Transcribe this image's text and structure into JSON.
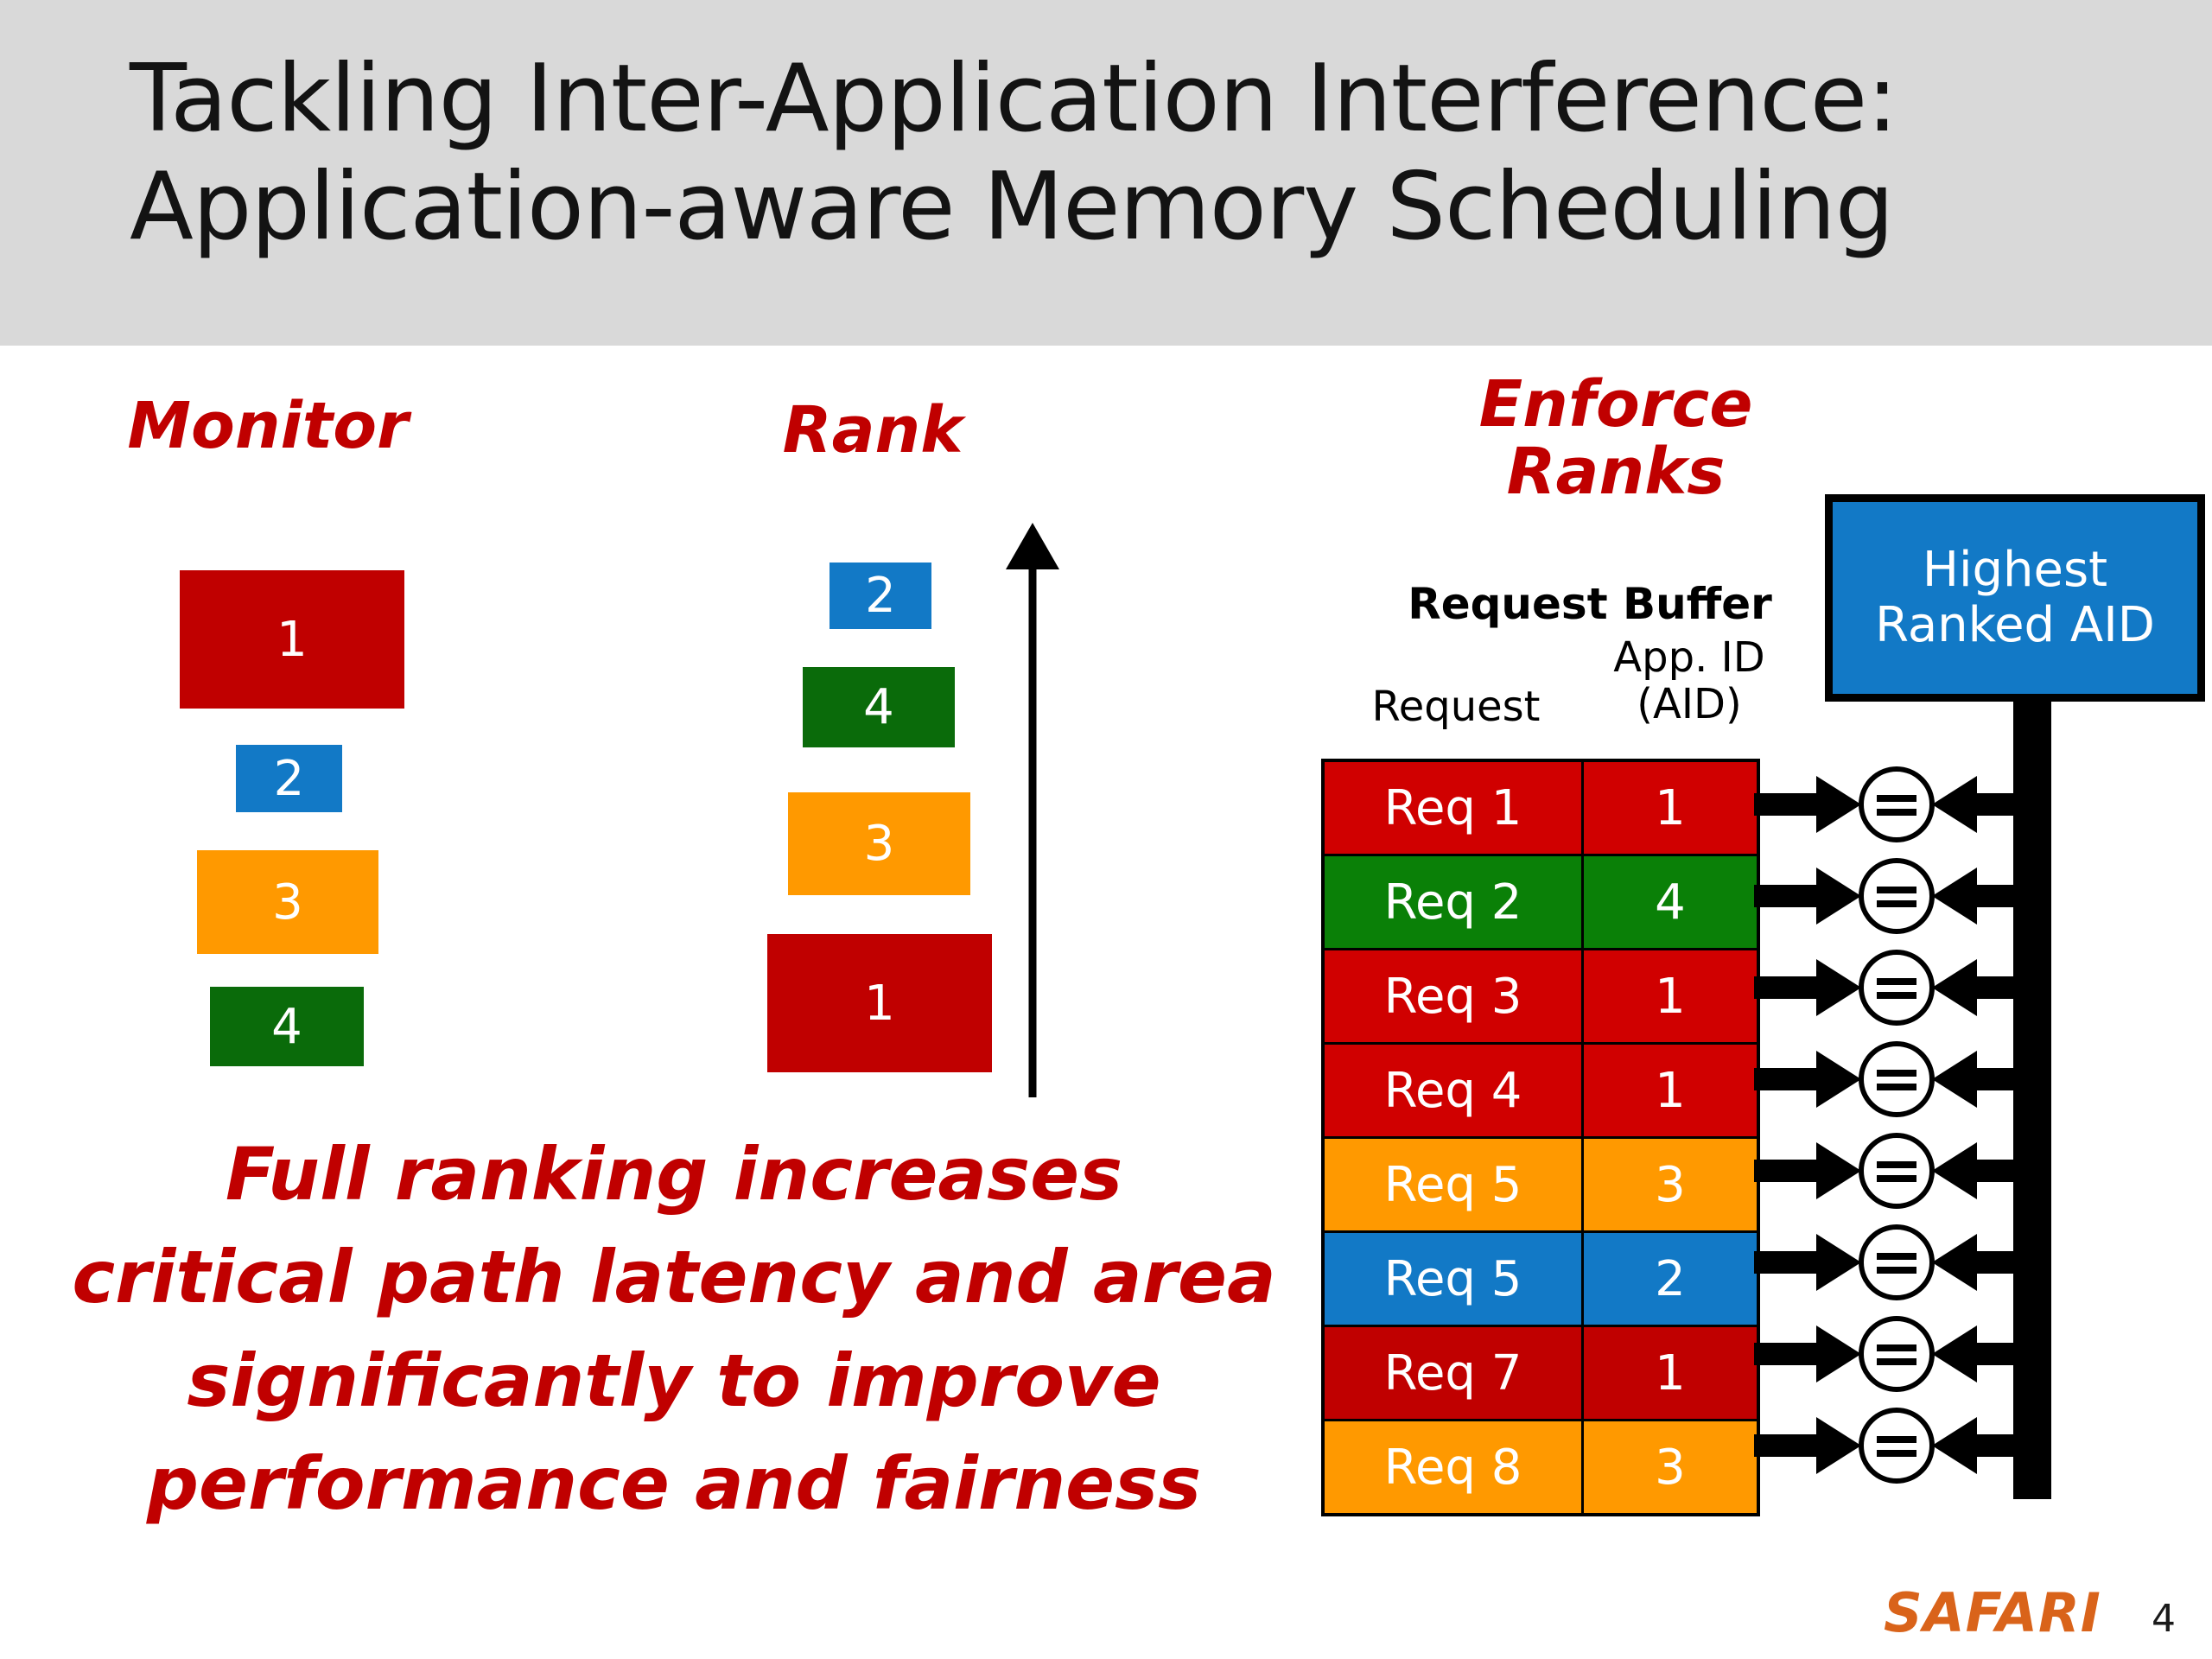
{
  "slide": {
    "title_lines": [
      "Tackling Inter-Application Interference:",
      "Application-aware Memory Scheduling"
    ],
    "title_band_color": "#d9d9d9",
    "background_color": "#ffffff"
  },
  "palette": {
    "app1_red": "#c00000",
    "app2_blue": "#1279c6",
    "app3_orange": "#ff9900",
    "app4_green": "#0a6b0a",
    "table_red": "#d00000",
    "table_green": "#0a8007",
    "accent_red_text": "#c00000",
    "safari_orange": "#d9631a",
    "black": "#000000",
    "white": "#ffffff"
  },
  "sections": {
    "monitor": {
      "heading": "Monitor",
      "boxes": [
        {
          "label": "1",
          "color": "#c00000"
        },
        {
          "label": "2",
          "color": "#1279c6"
        },
        {
          "label": "3",
          "color": "#ff9900"
        },
        {
          "label": "4",
          "color": "#0a6b0a"
        }
      ]
    },
    "rank": {
      "heading": "Rank",
      "arrow_direction": "up",
      "boxes": [
        {
          "label": "2",
          "color": "#1279c6"
        },
        {
          "label": "4",
          "color": "#0a6b0a"
        },
        {
          "label": "3",
          "color": "#ff9900"
        },
        {
          "label": "1",
          "color": "#c00000"
        }
      ]
    },
    "enforce": {
      "heading_lines": [
        "Enforce",
        "Ranks"
      ],
      "request_buffer_label": "Request Buffer",
      "column_headers": {
        "request": "Request",
        "app_id_line1": "App. ID",
        "app_id_line2": "(AID)"
      },
      "rows": [
        {
          "request": "Req 1",
          "aid": "1",
          "color": "#d00000"
        },
        {
          "request": "Req 2",
          "aid": "4",
          "color": "#0a8007"
        },
        {
          "request": "Req 3",
          "aid": "1",
          "color": "#d00000"
        },
        {
          "request": "Req 4",
          "aid": "1",
          "color": "#d00000"
        },
        {
          "request": "Req 5",
          "aid": "3",
          "color": "#ff9900"
        },
        {
          "request": "Req 5",
          "aid": "2",
          "color": "#1279c6"
        },
        {
          "request": "Req 7",
          "aid": "1",
          "color": "#c00000"
        },
        {
          "request": "Req 8",
          "aid": "3",
          "color": "#ff9900"
        }
      ],
      "comparator_symbol": "=",
      "comparator_count": 8,
      "highest_ranked_aid_lines": [
        "Highest",
        "Ranked AID"
      ]
    }
  },
  "bottom_note_lines": [
    "Full ranking increases",
    "critical path latency and area",
    "significantly to improve",
    "performance and fairness"
  ],
  "footer": {
    "logo": "SAFARI",
    "page_number": "4"
  }
}
